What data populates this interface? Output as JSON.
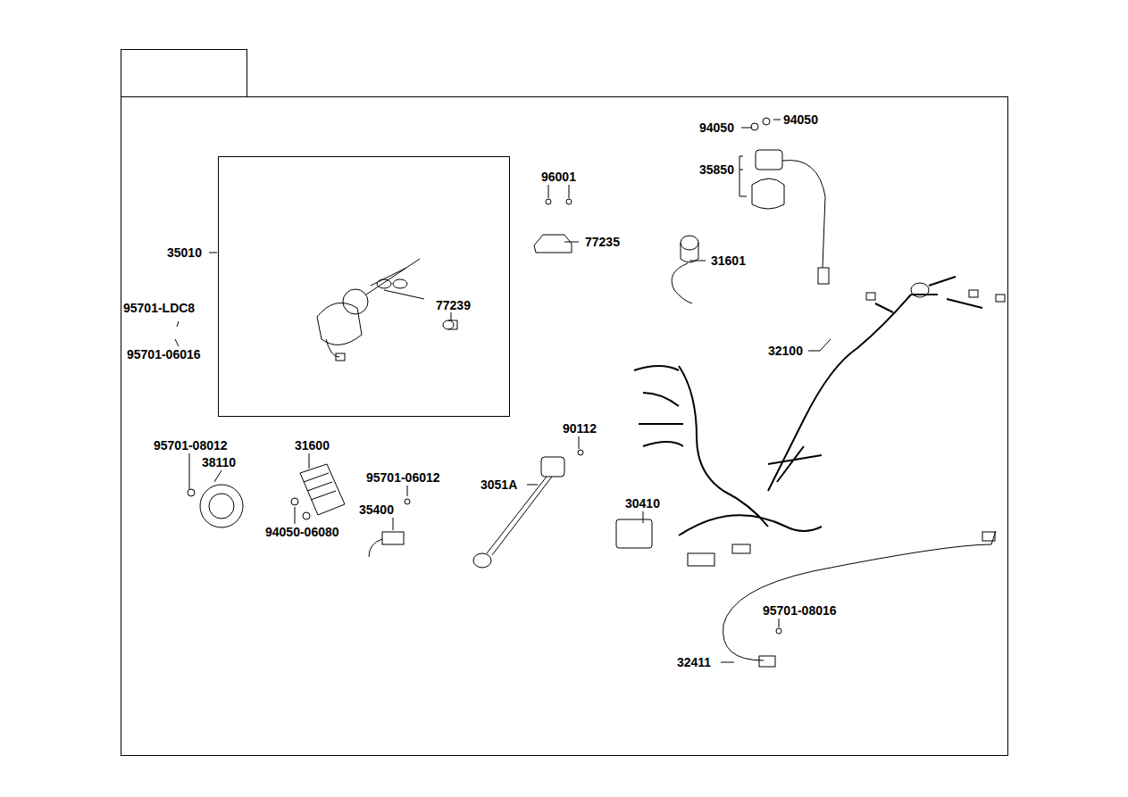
{
  "diagram": {
    "nodes": [
      {
        "text": [
          "77239"
        ]
      }
    ],
    "labels": [
      "94050",
      "94050",
      "35850",
      "96001",
      "77235",
      "35010",
      "31601",
      "95701-LDC8",
      "95701-06016",
      "32100",
      "95701-08012",
      "38110",
      "31600",
      "90112",
      "95701-06012",
      "3051A",
      "35400",
      "30410",
      "94050-06080",
      "95701-08016",
      "32411"
    ]
  }
}
